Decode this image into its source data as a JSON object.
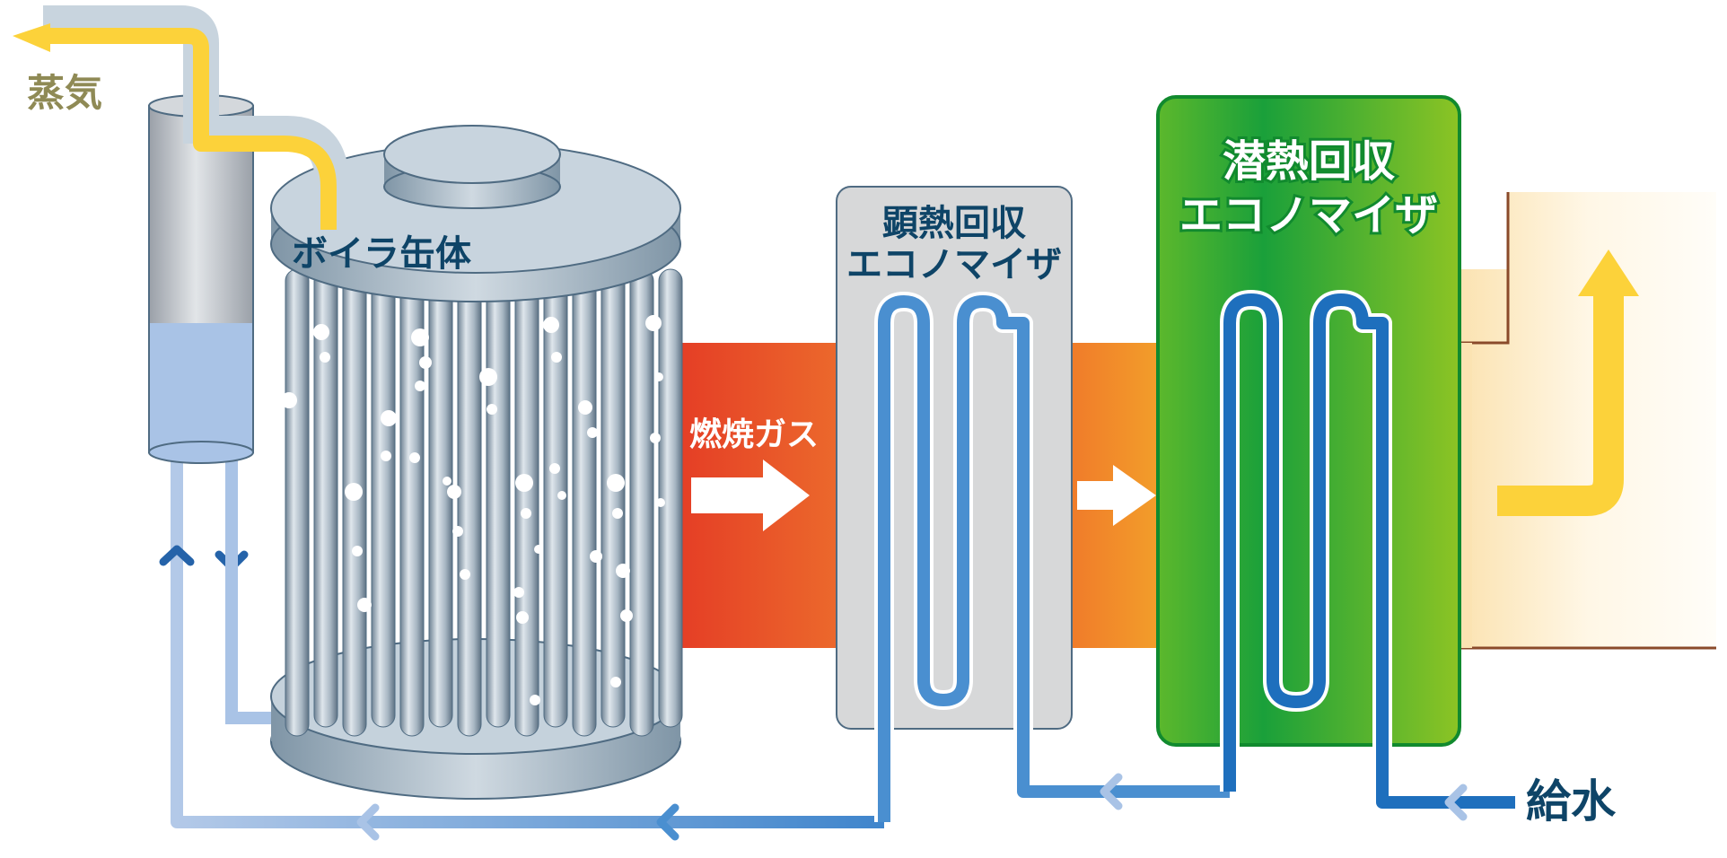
{
  "labels": {
    "steam": "蒸気",
    "boiler": "ボイラ缶体",
    "combustion_gas": "燃焼ガス",
    "sensible_econ_line1": "顕熱回収",
    "sensible_econ_line2": "エコノマイザ",
    "latent_econ_line1": "潜熱回収",
    "latent_econ_line2": "エコノマイザ",
    "feed_water": "給水"
  },
  "colors": {
    "steam_yellow": "#fcd23a",
    "steam_text": "#8f8a55",
    "water_blue_dark": "#1e6fbd",
    "water_blue_mid": "#4a8fd0",
    "water_blue_light": "#a9c3e6",
    "gas_red": "#e43a25",
    "gas_orange": "#f0902a",
    "latent_green_dark": "#1aa03a",
    "latent_green_light": "#8cc424",
    "boiler_gray": "#8fa4b5",
    "econ_panel_gray": "#d7d8d9",
    "label_navy": "#0e4467"
  }
}
